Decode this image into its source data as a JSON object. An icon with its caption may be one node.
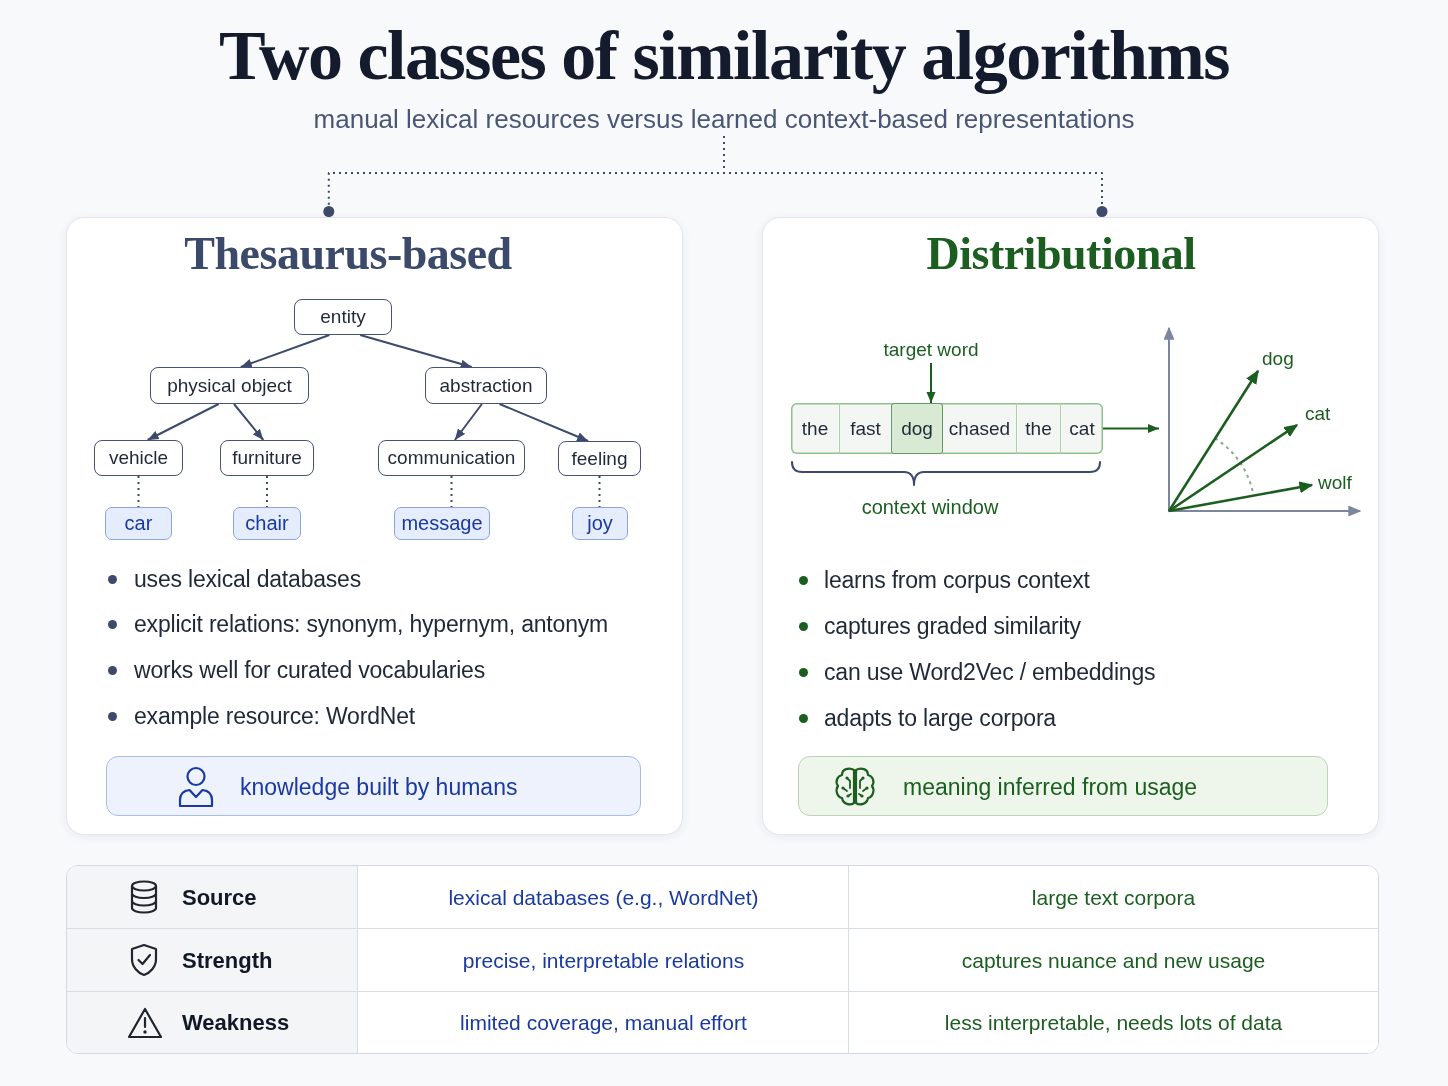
{
  "diagram": {
    "title": "Two classes of similarity algorithms",
    "nodes": [
      {
        "text": [
          "manual lexical resources versus learned context-based representations"
        ]
      },
      {
        "text": [
          "Thesaurus-based"
        ]
      },
      {
        "text": [
          "entity"
        ],
        "in": 1
      },
      {
        "text": [
          "physical object"
        ],
        "in": 1
      },
      {
        "text": [
          "abstraction"
        ],
        "in": 1
      },
      {
        "text": [
          "vehicle"
        ],
        "in": 1
      },
      {
        "text": [
          "furniture"
        ],
        "in": 1
      },
      {
        "text": [
          "communication"
        ],
        "in": 1
      },
      {
        "text": [
          "feeling"
        ],
        "in": 1
      },
      {
        "text": [
          "car"
        ],
        "in": 1
      },
      {
        "text": [
          "chair"
        ],
        "in": 1
      },
      {
        "text": [
          "message"
        ],
        "in": 1
      },
      {
        "text": [
          "joy"
        ],
        "in": 1
      },
      {
        "text": [
          "knowledge built by humans"
        ],
        "in": 1
      },
      {
        "text": [
          "Distributional"
        ]
      },
      {
        "text": [
          "target word"
        ],
        "in": 14
      },
      {
        "text": [],
        "shape": "box",
        "in": 14
      },
      {
        "text": [
          "the"
        ],
        "in": 16
      },
      {
        "text": [
          "fast"
        ],
        "in": 16
      },
      {
        "text": [
          "dog"
        ],
        "in": 16
      },
      {
        "text": [
          "chased"
        ],
        "in": 16
      },
      {
        "text": [
          "the"
        ],
        "in": 16
      },
      {
        "text": [
          "cat"
        ],
        "in": 16
      },
      {
        "text": [],
        "shape": "picture",
        "in": 14
      },
      {
        "text": [
          "meaning inferred from usage"
        ],
        "in": 14
      }
    ],
    "edges": [
      {
        "from": 0,
        "to": 1,
        "arrow": "other",
        "style": "dashed"
      },
      {
        "from": 0,
        "to": 14,
        "arrow": "other",
        "style": "dashed"
      },
      {
        "from": 2,
        "to": 3,
        "arrow": "to"
      },
      {
        "from": 2,
        "to": 4,
        "arrow": "to"
      },
      {
        "from": 3,
        "to": 5,
        "arrow": "to"
      },
      {
        "from": 3,
        "to": 6,
        "arrow": "to"
      },
      {
        "from": 4,
        "to": 7,
        "arrow": "to"
      },
      {
        "from": 4,
        "to": 8,
        "arrow": "to"
      },
      {
        "from": 5,
        "to": 9,
        "arrow": "none",
        "style": "dashed"
      },
      {
        "from": 6,
        "to": 10,
        "arrow": "none",
        "style": "dashed"
      },
      {
        "from": 7,
        "to": 11,
        "arrow": "none",
        "style": "dashed"
      },
      {
        "from": 8,
        "to": 12,
        "arrow": "none",
        "style": "dashed"
      },
      {
        "from": 15,
        "to": 19,
        "arrow": "to",
        "color": "#1b5e20"
      },
      {
        "from": 16,
        "to": 23,
        "arrow": "to",
        "color": "#1b5e20"
      }
    ],
    "labels": [
      "uses lexical databases",
      "explicit relations: synonym, hypernym, antonym",
      "works well for curated vocabularies",
      "example resource: WordNet",
      "context window",
      "dog",
      "cat",
      "wolf",
      "learns from corpus context",
      "captures graded similarity",
      "can use Word2Vec / embeddings",
      "adapts to large corpora",
      "Source",
      "lexical databases (e.g., WordNet)",
      "large text corpora",
      "Strength",
      "precise, interpretable relations",
      "captures nuance and new usage",
      "Weakness",
      "limited coverage, manual effort",
      "less interpretable, needs lots of data"
    ]
  }
}
